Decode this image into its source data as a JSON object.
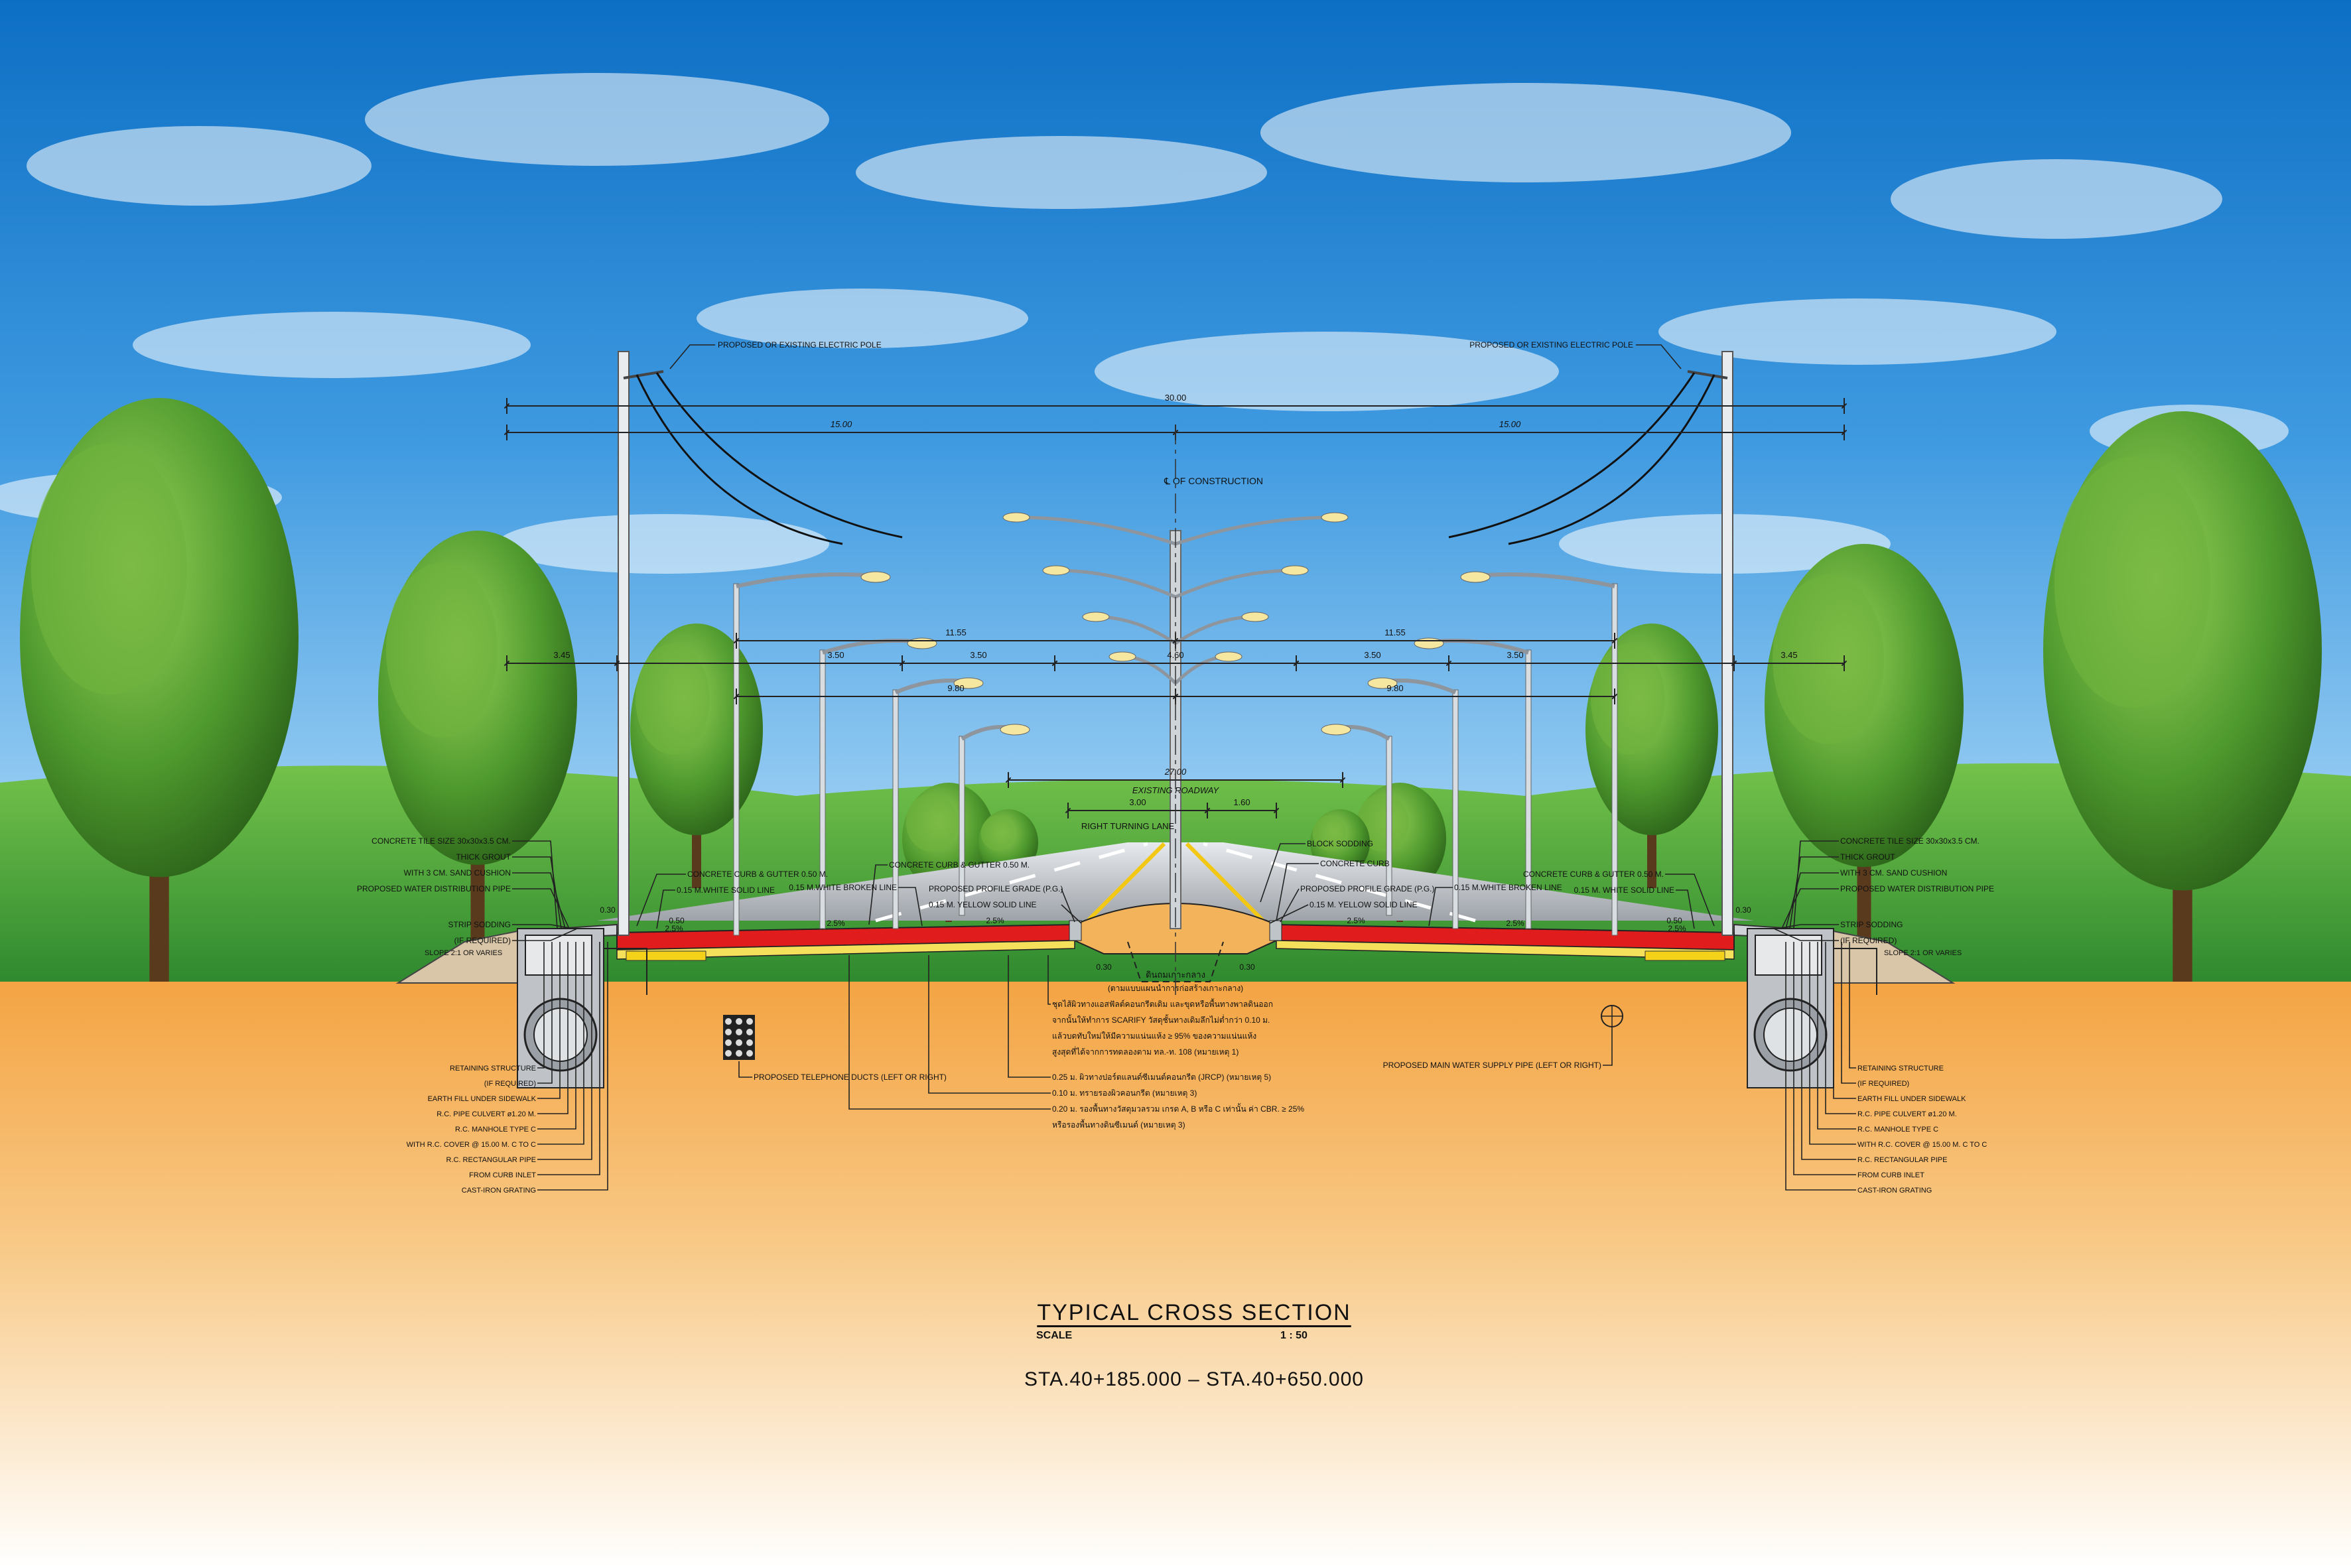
{
  "drawing": {
    "title": "TYPICAL CROSS SECTION",
    "scale_label": "SCALE",
    "scale_value": "1 : 50",
    "station_range": "STA.40+185.000  –  STA.40+650.000",
    "centerline_label": "℄ OF CONSTRUCTION"
  },
  "dimensions": {
    "total": "30.00",
    "half_left": "15.00",
    "half_right": "15.00",
    "lane_left_a": "3.50",
    "lane_left_b": "3.50",
    "median": "4.60",
    "lane_right_a": "3.50",
    "lane_right_b": "3.50",
    "side_left": "3.45",
    "side_right": "3.45",
    "width_left": "11.55",
    "width_right": "11.55",
    "carriage_left": "9.80",
    "carriage_right": "9.80",
    "existing_width": "27.00",
    "existing_roadway": "EXISTING ROADWAY",
    "turn_a": "3.00",
    "turn_b": "1.60",
    "turning_lane": "RIGHT TURNING LANE",
    "curb_left": "0.50",
    "curb_right": "0.50",
    "walk_left": "0.30",
    "walk_right": "0.30",
    "median_small_a": "0.30",
    "median_small_b": "0.30"
  },
  "slopes": {
    "left_walk": "2.5%",
    "left_lane1": "2.5%",
    "left_lane2": "2.5%",
    "right_lane1": "2.5%",
    "right_lane2": "2.5%",
    "right_walk": "2.5%",
    "left_bank": "SLOPE 2:1 OR VARIES",
    "right_bank": "SLOPE 2:1 OR VARIES"
  },
  "labels": {
    "pole_left": "PROPOSED OR EXISTING ELECTRIC POLE",
    "pole_right": "PROPOSED OR EXISTING ELECTRIC POLE",
    "left_upper": [
      "CONCRETE TILE SIZE 30x30x3.5 CM.",
      "THICK GROUT",
      "WITH 3 CM. SAND CUSHION",
      "PROPOSED WATER DISTRIBUTION PIPE",
      "STRIP SODDING",
      "(IF REQUIRED)"
    ],
    "right_upper": [
      "CONCRETE TILE SIZE 30x30x3.5 CM.",
      "THICK GROUT",
      "WITH 3 CM. SAND CUSHION",
      "PROPOSED WATER DISTRIBUTION PIPE",
      "STRIP SODDING",
      "(IF REQUIRED)"
    ],
    "curb_gutter_left": "CONCRETE CURB & GUTTER 0.50 M.",
    "curb_gutter_right": "CONCRETE CURB & GUTTER 0.50 M.",
    "curb_gutter_mid_left": "CONCRETE CURB & GUTTER 0.50 M.",
    "block_sodding": "BLOCK SODDING",
    "concrete_curb": "CONCRETE CURB",
    "white_solid_left": "0.15 M.WHITE SOLID LINE",
    "white_solid_right": "0.15 M. WHITE SOLID LINE",
    "white_broken_left": "0.15 M.WHITE BROKEN LINE",
    "white_broken_right": "0.15 M.WHITE BROKEN LINE",
    "profile_grade_left": "PROPOSED PROFILE GRADE (P.G.)",
    "profile_grade_right": "PROPOSED PROFILE GRADE (P.G.)",
    "yellow_left": "0.15 M. YELLOW SOLID LINE",
    "yellow_right": "0.15 M. YELLOW SOLID LINE",
    "left_lower": [
      "RETAINING STRUCTURE",
      "(IF REQUIRED)",
      "EARTH FILL UNDER SIDEWALK",
      "R.C. PIPE CULVERT ø1.20 M.",
      "R.C. MANHOLE TYPE C",
      "WITH R.C. COVER @ 15.00 M. C TO C",
      "R.C. RECTANGULAR PIPE",
      "FROM CURB INLET",
      "CAST-IRON GRATING"
    ],
    "right_lower": [
      "RETAINING STRUCTURE",
      "(IF REQUIRED)",
      "EARTH FILL UNDER SIDEWALK",
      "R.C. PIPE CULVERT ø1.20 M.",
      "R.C. MANHOLE TYPE C",
      "WITH R.C. COVER @ 15.00 M. C TO C",
      "R.C. RECTANGULAR PIPE",
      "FROM CURB INLET",
      "CAST-IRON GRATING"
    ],
    "telephone_ducts": "PROPOSED TELEPHONE DUCTS (LEFT OR RIGHT)",
    "water_main": "PROPOSED MAIN WATER SUPPLY PIPE (LEFT OR RIGHT)",
    "median_fill": "ดินถมเกาะกลาง",
    "median_fill_note": "(ตามแบบแผนนำการก่อสร้างเกาะกลาง)",
    "pavement_notes": [
      "ชุดไส้ผิวทางแอสฟัลต์คอนกรีตเดิม และขุดหรือพื้นทางพาลดินออก",
      "จากนั้นให้ทำการ SCARIFY วัสดุชั้นทางเดิมลึกไม่ต่ำกว่า 0.10 ม.",
      "แล้วบดทับใหม่ให้มีความแน่นแห้ง ≥ 95% ของความแน่นแห้ง",
      "สูงสุดที่ได้จากการทดลองตาม ทล.-ท. 108 (หมายเหตุ 1)",
      "0.25 ม. ผิวทางปอร์ตแลนด์ซีเมนต์คอนกรีต (JRCP) (หมายเหตุ 5)",
      "0.10 ม. ทรายรองผิวคอนกรีต (หมายเหตุ 3)",
      "0.20 ม. รองพื้นทางวัสดุมวลรวม เกรด A, B หรือ C เท่านั้น ค่า CBR. ≥ 25%",
      "หรือรองพื้นทางดินซีเมนต์ (หมายเหตุ 3)"
    ]
  }
}
